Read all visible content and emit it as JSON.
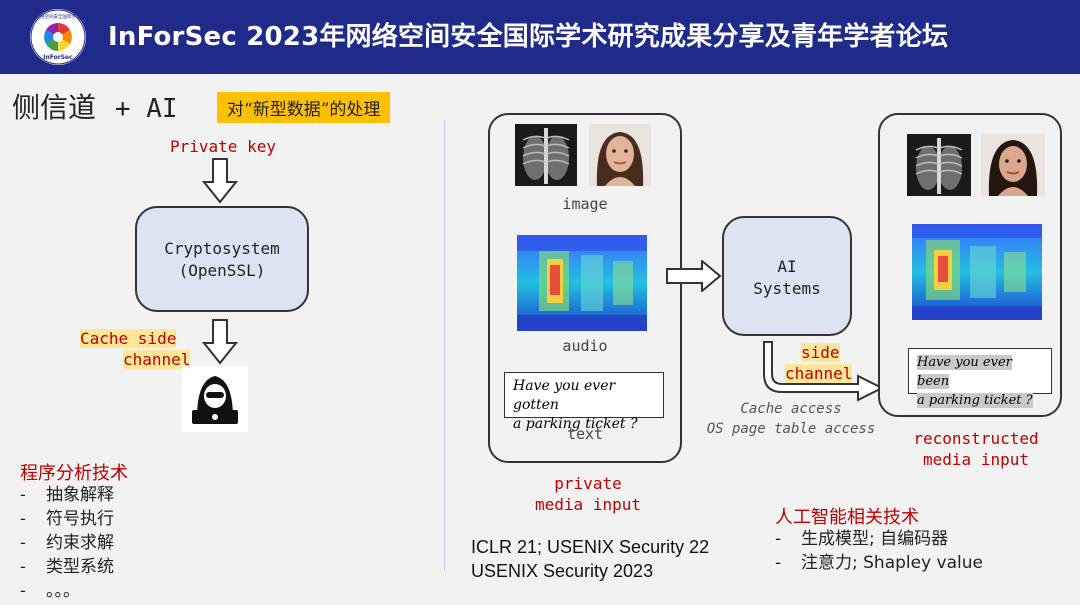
{
  "header": {
    "title": "InForSec 2023年网络空间安全国际学术研究成果分享及青年学者论坛",
    "logo_text": "InForSec",
    "logo_ring_text": "网络空间安全国际学术"
  },
  "topic": {
    "main": "侧信道",
    "plus_ai": "+ AI",
    "tag": "对“新型数据”的处理"
  },
  "left": {
    "private_key": "Private key",
    "crypto_line1": "Cryptosystem",
    "crypto_line2": "(OpenSSL)",
    "cache_line1": "Cache side",
    "cache_line2": "channel",
    "program_title": "程序分析技术",
    "program_items": [
      "抽象解释",
      "符号执行",
      "约束求解",
      "类型系统",
      "。。。"
    ]
  },
  "middle": {
    "image_label": "image",
    "audio_label": "audio",
    "text_line1": "Have you ever gotten",
    "text_line2": "a parking ticket ?",
    "text_label": "text",
    "private_line1": "private",
    "private_line2": "media input",
    "citation_line1": "ICLR 21; USENIX Security 22",
    "citation_line2": "USENIX Security 2023"
  },
  "center": {
    "ai_line1": "AI",
    "ai_line2": "Systems",
    "side_line1": "side",
    "side_line2": "channel",
    "cache_access": "Cache access",
    "os_access": "OS page table access"
  },
  "right": {
    "rec_text_line1": "Have you ever been",
    "rec_text_line2": "a parking ticket ?",
    "rec_line1": "reconstructed",
    "rec_line2": "media input",
    "ai_title": "人工智能相关技术",
    "ai_items": [
      "生成模型; 自编码器",
      "注意力; Shapley value"
    ]
  },
  "colors": {
    "header_bg": "#1f2a8a",
    "accent_red": "#c00000",
    "highlight": "#ffc000",
    "box_fill": "#dde3f3"
  }
}
